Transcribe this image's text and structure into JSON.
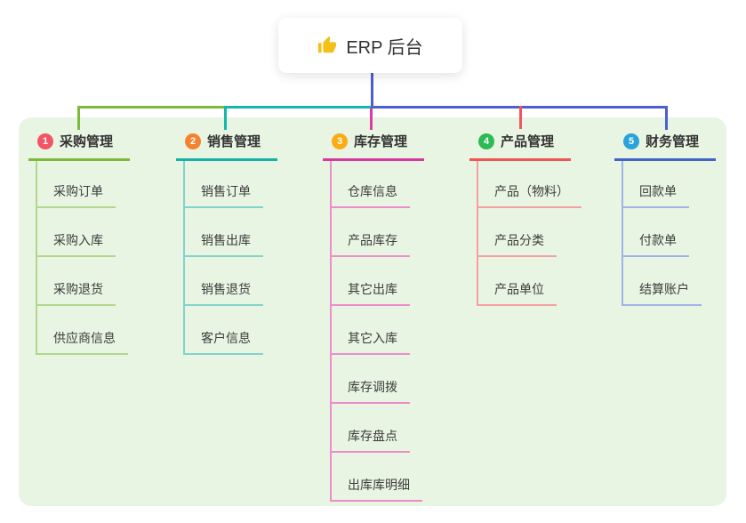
{
  "root": {
    "title": "ERP 后台",
    "icon": "thumbs-up-icon",
    "icon_color": "#f3c018"
  },
  "connectors": {
    "root_line": "#4c5ed2",
    "green": "#7dba3c",
    "teal": "#14b8aa",
    "blue": "#4c5ed2",
    "magenta": "#e03a9c",
    "red": "#f05560"
  },
  "canvas": {
    "background": "#ffffff",
    "panel_background": "#e9f5e3"
  },
  "branches": [
    {
      "badge": "1",
      "title": "采购管理",
      "badge_color": "#f25565",
      "accent_color": "#7dba3c",
      "child_line_color": "#b2d68c",
      "children": [
        "采购订单",
        "采购入库",
        "采购退货",
        "供应商信息"
      ]
    },
    {
      "badge": "2",
      "title": "销售管理",
      "badge_color": "#f5822e",
      "accent_color": "#14b3a6",
      "child_line_color": "#82d3cc",
      "children": [
        "销售订单",
        "销售出库",
        "销售退货",
        "客户信息"
      ]
    },
    {
      "badge": "3",
      "title": "库存管理",
      "badge_color": "#f9ac16",
      "accent_color": "#d63aa0",
      "child_line_color": "#ee8cca",
      "children": [
        "仓库信息",
        "产品库存",
        "其它出库",
        "其它入库",
        "库存调拨",
        "库存盘点",
        "出库库明细"
      ]
    },
    {
      "badge": "4",
      "title": "产品管理",
      "badge_color": "#2eba55",
      "accent_color": "#f05454",
      "child_line_color": "#f5a0a0",
      "children": [
        "产品（物料）",
        "产品分类",
        "产品单位"
      ]
    },
    {
      "badge": "5",
      "title": "财务管理",
      "badge_color": "#2aa3da",
      "accent_color": "#3f63c7",
      "child_line_color": "#9fb3e8",
      "children": [
        "回款单",
        "付款单",
        "结算账户"
      ]
    }
  ]
}
